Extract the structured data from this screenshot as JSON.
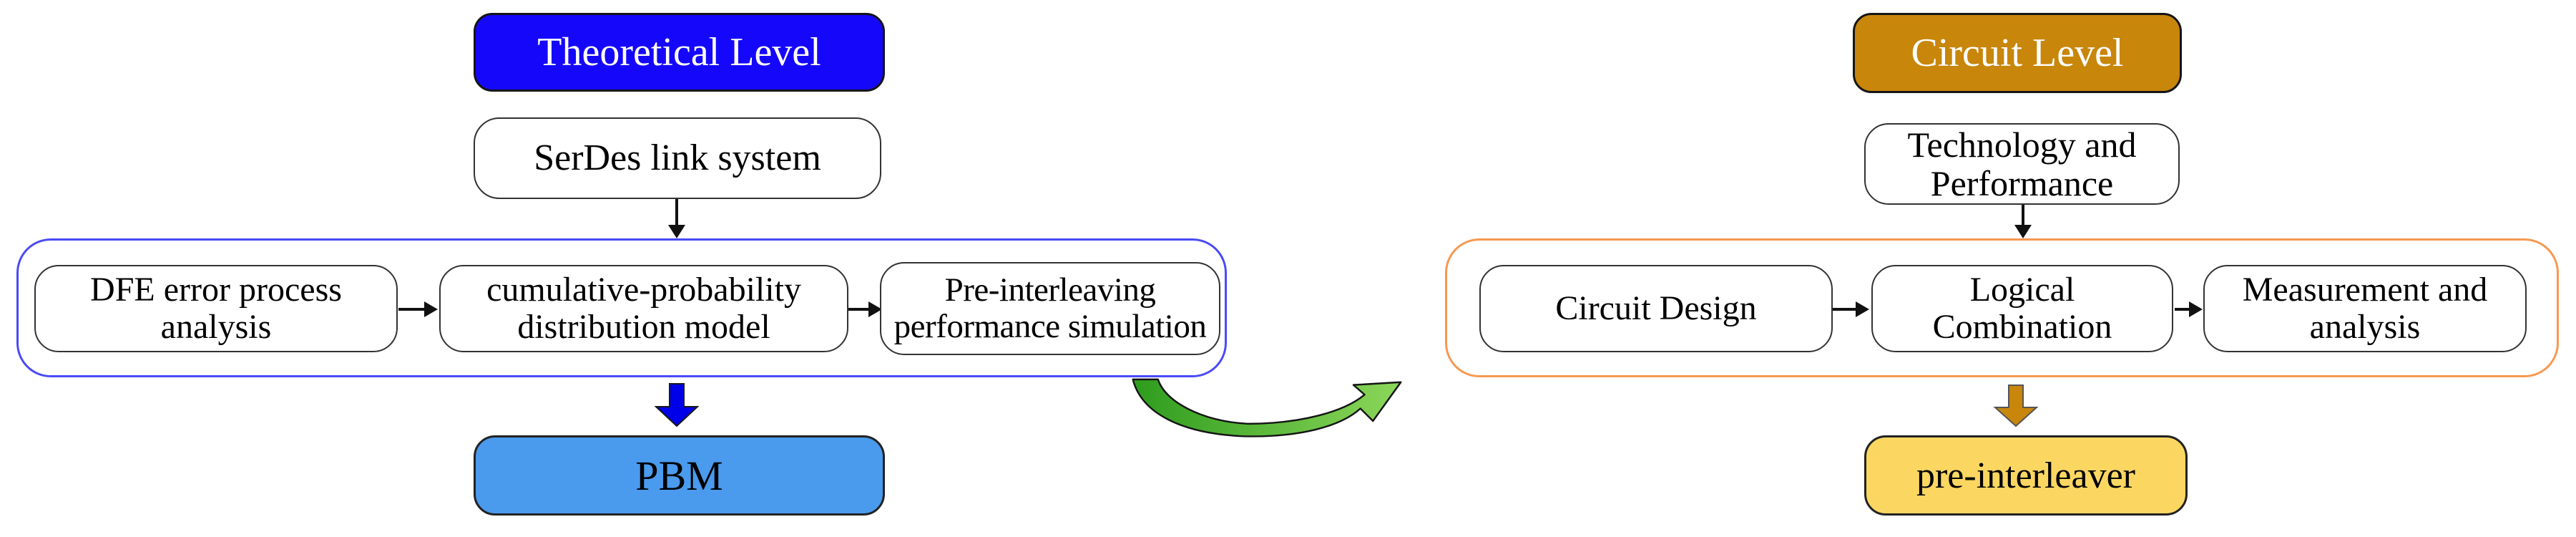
{
  "palette": {
    "theoretical_header_bg": "#1508FA",
    "circuit_header_bg": "#C8860B",
    "pbm_bg": "#4A9AEE",
    "pre_interleaver_bg": "#FBD762",
    "blue_group_border": "#4A4AF8",
    "orange_group_border": "#F79850",
    "block_arrow_blue": "#0000E8",
    "block_arrow_gold": "#C8860B",
    "curved_arrow_green_dark": "#2E9C1E",
    "curved_arrow_green_light": "#8CD75A"
  },
  "theoretical": {
    "header": "Theoretical Level",
    "input": "SerDes link system",
    "steps": [
      "DFE error process analysis",
      "cumulative-probability distribution model",
      "Pre-interleaving performance simulation"
    ],
    "output": "PBM"
  },
  "circuit": {
    "header": "Circuit Level",
    "input": "Technology and Performance",
    "steps": [
      "Circuit Design",
      "Logical Combination",
      "Measurement and analysis"
    ],
    "output": "pre-interleaver"
  }
}
